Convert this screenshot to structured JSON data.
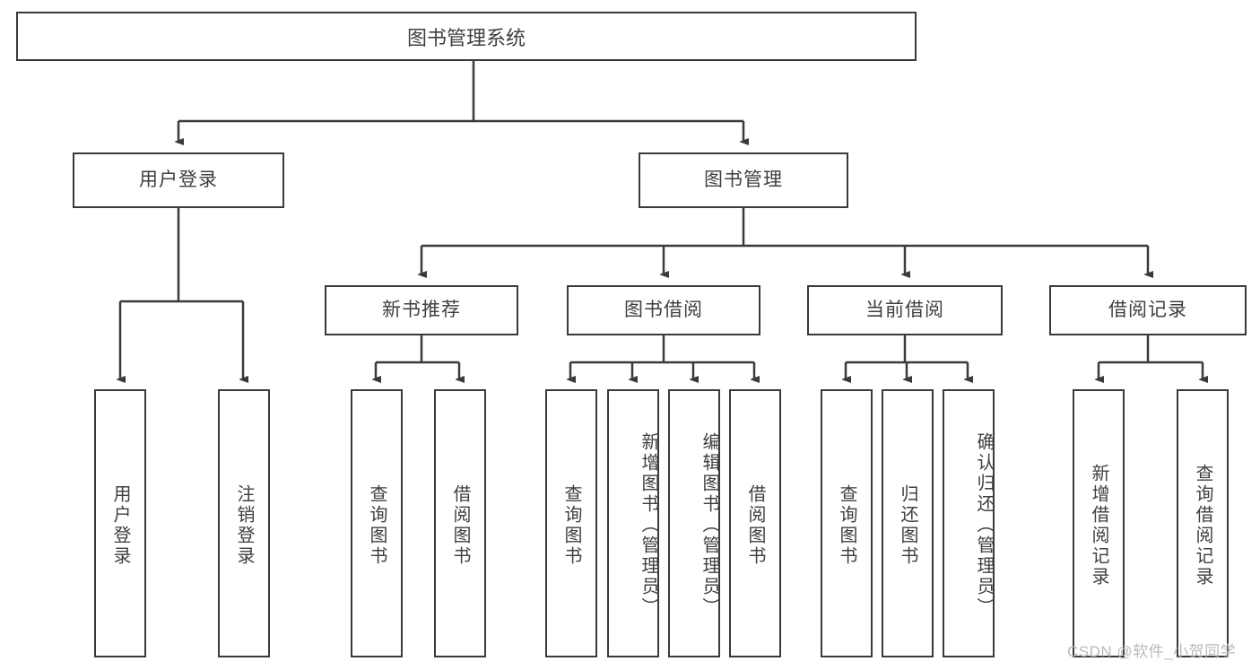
{
  "diagram": {
    "type": "tree",
    "title": "图书管理系统",
    "root": {
      "label": "图书管理系统"
    },
    "level2": [
      {
        "label": "用户登录"
      },
      {
        "label": "图书管理"
      }
    ],
    "level3": [
      {
        "label": "新书推荐"
      },
      {
        "label": "图书借阅"
      },
      {
        "label": "当前借阅"
      },
      {
        "label": "借阅记录"
      }
    ],
    "leaves": {
      "user_login": [
        {
          "label": "用户登录"
        },
        {
          "label": "注销登录"
        }
      ],
      "new_book_recommend": [
        {
          "label": "查询图书"
        },
        {
          "label": "借阅图书"
        }
      ],
      "book_borrow": [
        {
          "label": "查询图书"
        },
        {
          "label": "新增图书（管理员）"
        },
        {
          "label": "编辑图书（管理员）"
        },
        {
          "label": "借阅图书"
        }
      ],
      "current_borrow": [
        {
          "label": "查询图书"
        },
        {
          "label": "归还图书"
        },
        {
          "label": "确认归还（管理员）"
        }
      ],
      "borrow_record": [
        {
          "label": "新增借阅记录"
        },
        {
          "label": "查询借阅记录"
        }
      ]
    }
  },
  "watermark": {
    "text": "CSDN @软件_小贺同学"
  },
  "colors": {
    "border": "#3a3a3a",
    "text": "#3f3f3f",
    "background": "#ffffff",
    "watermark": "#b9b9b9"
  }
}
